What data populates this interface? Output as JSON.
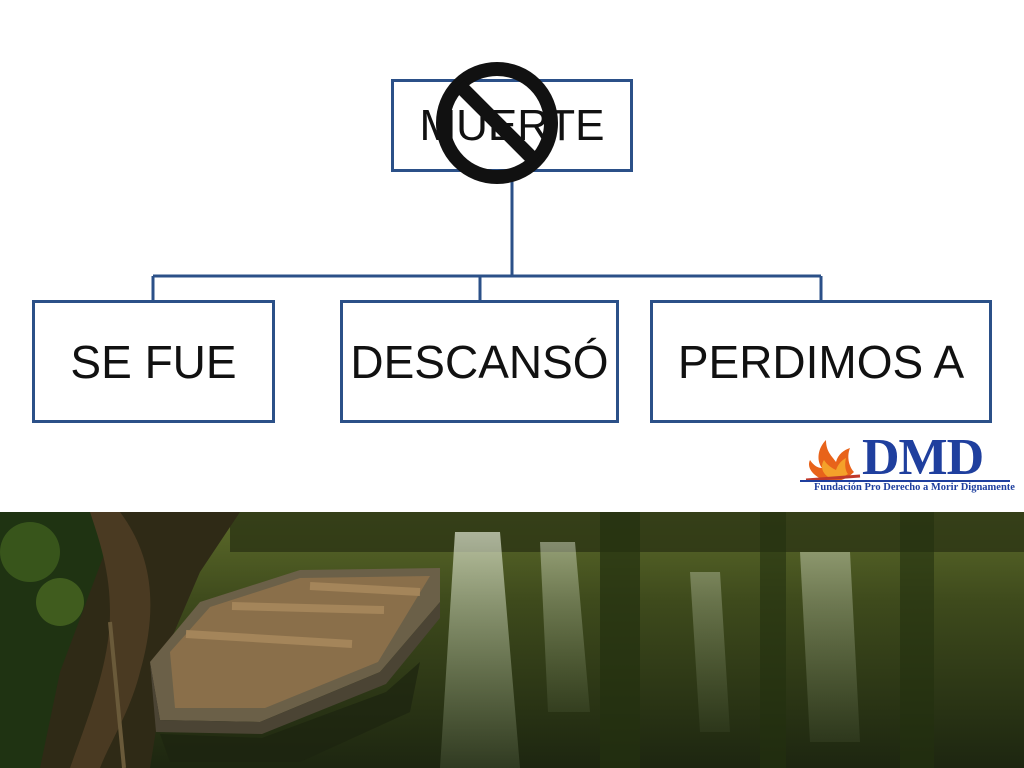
{
  "diagram": {
    "root": "MUERTE",
    "children": [
      "SE FUE",
      "DESCANSÓ",
      "PERDIMOS A"
    ]
  },
  "logo": {
    "wordmark": "DMD",
    "tagline": "Fundación Pro Derecho a Morir Dignamente",
    "color": "#1f3f9e",
    "flame_colors": [
      "#e8631a",
      "#f4a12a",
      "#c0392b"
    ]
  },
  "colors": {
    "box_border": "#2b5088",
    "forbidden_sign": "#111111"
  },
  "photo": {
    "subject": "rowboat-on-river"
  }
}
